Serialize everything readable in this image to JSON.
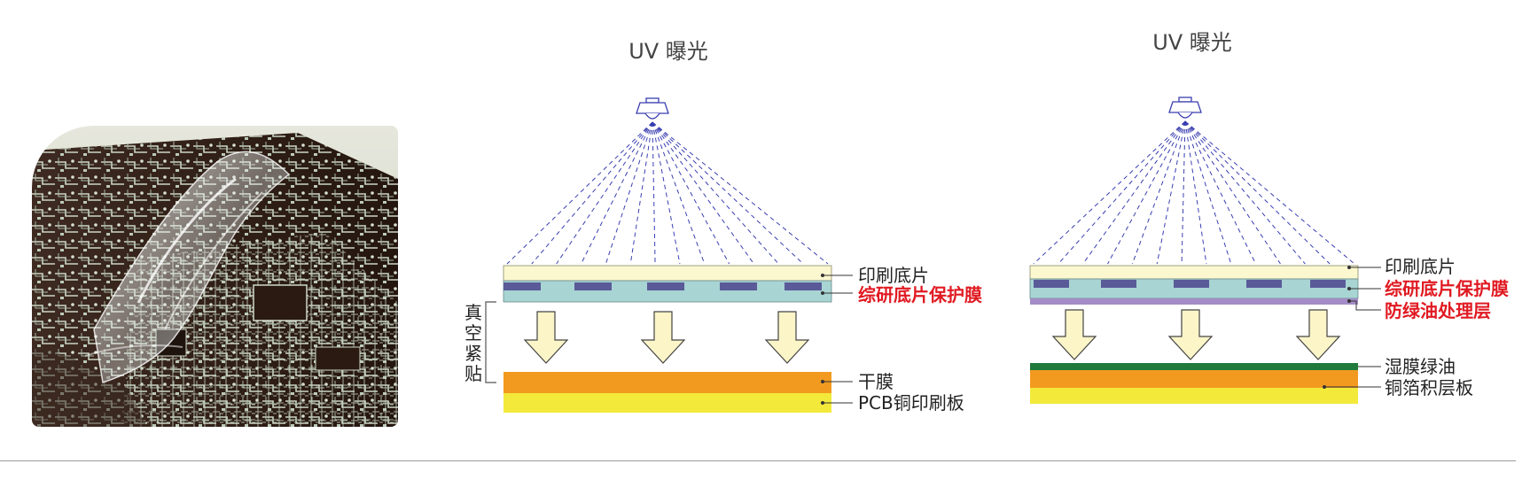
{
  "photo": {
    "icon": "pcb-with-plastic-film-photo"
  },
  "panel_left": {
    "title": "UV 曝光",
    "labels": {
      "film": "印刷底片",
      "protect": "综研底片保护膜",
      "dryfilm": "干膜",
      "board": "PCB铜印刷板"
    },
    "vacuum": [
      "真",
      "空",
      "紧",
      "贴"
    ]
  },
  "panel_right": {
    "title": "UV 曝光",
    "labels": {
      "film": "印刷底片",
      "protect": "综研底片保护膜",
      "antigreen": "防绿油处理层",
      "wetfilm": "湿膜绿油",
      "board": "铜箔积层板"
    }
  },
  "colors": {
    "film": "#fbf7cf",
    "protect": "#a8d4d4",
    "pattern": "#5a5a98",
    "dryfilm": "#f29a1f",
    "board": "#f3e93a",
    "antigreen": "#a48cc6",
    "wetfilm": "#1f7a3c",
    "beam": "#3a3fb0",
    "arrow": "#fbf5c8",
    "red_label": "#e01a22"
  }
}
